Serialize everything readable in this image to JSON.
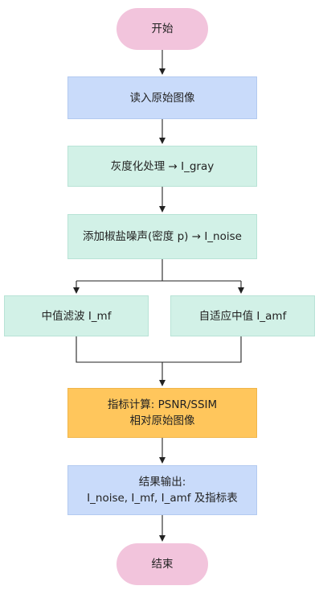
{
  "colors": {
    "terminal": "#F2C4DC",
    "input": "#C9DBFA",
    "input_border": "#B3CAF0",
    "process": "#D2F1E7",
    "process_border": "#B8E3D6",
    "metric": "#FFC65C",
    "metric_border": "#F0B54A",
    "line": "#222222"
  },
  "nodes": {
    "start": {
      "text": "开始"
    },
    "read": {
      "text": "读入原始图像"
    },
    "gray": {
      "text": "灰度化处理 → I_gray"
    },
    "noise": {
      "text": "添加椒盐噪声(密度 p) → I_noise"
    },
    "median": {
      "text": "中值滤波 I_mf"
    },
    "adaptive": {
      "text": "自适应中值 I_amf"
    },
    "metrics": {
      "line1": "指标计算: PSNR/SSIM",
      "line2": "相对原始图像"
    },
    "output": {
      "line1": "结果输出:",
      "line2": "I_noise, I_mf, I_amf 及指标表"
    },
    "end": {
      "text": "结束"
    }
  }
}
